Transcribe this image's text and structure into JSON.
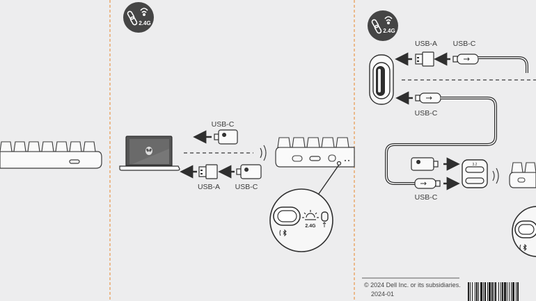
{
  "colors": {
    "background": "#ededee",
    "divider": "#e8974a",
    "badge": "#454545",
    "line": "#3a3a3a",
    "device_fill": "#fafafa"
  },
  "icons": {
    "badge": "link-wireless-icon",
    "brightness": "brightness-icon",
    "arrow": "arrow-left-icon",
    "usb": "usb-symbol-icon",
    "signal": "wireless-waves-icon"
  },
  "panel2": {
    "badge_text": "2.4G",
    "label_usbc_top": "USB-C",
    "label_usba": "USB-A",
    "label_usbc_bottom": "USB-C",
    "zoom_mode_text": "2.4G"
  },
  "panel3": {
    "badge_text": "2.4G",
    "label_usba": "USB-A",
    "label_usbc_top": "USB-C",
    "label_usbc_mid": "USB-C",
    "label_usbc_bottom": "USB-C",
    "hub_port_text": "3.2"
  },
  "footer": {
    "copyright": "© 2024 Dell Inc. or its subsidiaries.",
    "date_code": "2024-01"
  }
}
